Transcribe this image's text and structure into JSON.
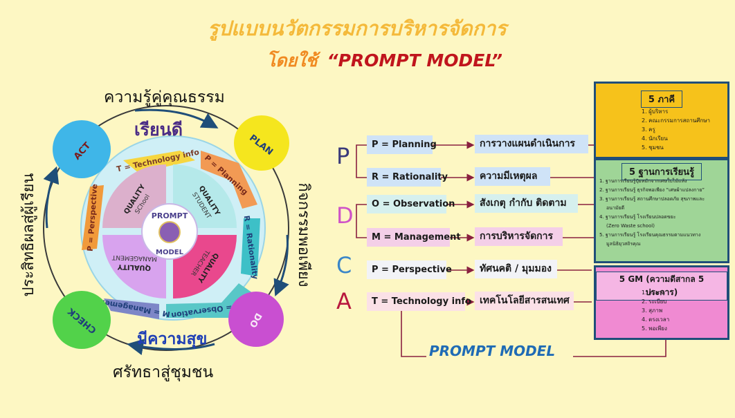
{
  "title": {
    "line1": "รูปแบบนวัตกรรมการบริหารจัดการ",
    "line2_prefix": "โดยใช้",
    "line2_model": "“PROMPT MODEL”"
  },
  "cycle": {
    "top_label": "ความรู้คู่คุณธรรม",
    "bottom_label": "ศรัทธาสู่ชุมชน",
    "left_label": "ประสิทธิผลสู่ผู้เรียน",
    "right_label": "กิจกรรมพอเพียง",
    "inner_top": "เรียนดี",
    "inner_bottom": "มีความสุข",
    "nodes": {
      "act": "ACT",
      "plan": "PLAN",
      "do": "DO",
      "check": "CHECK"
    },
    "ring": {
      "technology": "T = Technology info",
      "planning": "P = Planning",
      "rationality": "R = Rationality",
      "observation": "O = Observation",
      "management": "M = Management",
      "perspective": "P = Perspective"
    },
    "quadrants": {
      "school_a": "QUALITY",
      "school_b": "SChool",
      "student_a": "QUALITY",
      "student_b": "STUDENT",
      "teacher_a": "QUALITY",
      "teacher_b": "TEACHER",
      "management_a": "QUALITY",
      "management_b": "MANAGEMENT"
    },
    "center_top": "PROMPT",
    "center_bottom": "MODEL"
  },
  "model": {
    "letters": {
      "p": "P",
      "d": "D",
      "c": "C",
      "a": "A"
    },
    "rows": [
      {
        "label": "P = Planning",
        "meaning": "การวางแผนดำเนินการ"
      },
      {
        "label": "R = Rationality",
        "meaning": "ความมีเหตุผล"
      },
      {
        "label": "O = Observation",
        "meaning": "สังเกตุ กำกับ ติดตาม"
      },
      {
        "label": "M = Management",
        "meaning": "การบริหารจัดการ"
      },
      {
        "label": "P = Perspective",
        "meaning": "ทัศนคติ / มุมมอง"
      },
      {
        "label": "T = Technology info",
        "meaning": "เทคโนโลยีสารสนเทศ"
      }
    ],
    "bottom_label": "PROMPT MODEL"
  },
  "panels": {
    "partners": {
      "title": "5 ภาคี",
      "items": [
        "1. ผู้บริหาร",
        "2. คณะกรรมการสถานศึกษา",
        "3. ครู",
        "4. นักเรียน",
        "5. ชุมชน"
      ]
    },
    "bases": {
      "title": "5 ฐานการเรียนรู้",
      "items": [
        "1. ฐานการเรียนรู้ปุ๋ยหมักจากเศษใบไม้แห้ง",
        "2. ฐานการเรียนรู้ ธุรกิจพอเพียง “เศษผ้าแปลงกาย”",
        "3. ฐานการเรียนรู้ สถานศึกษาปลอดภัย สุขภาพและ",
        "อนามัยดี",
        "4. ฐานการเรียนรู้ โรงเรียนปลอดขยะ",
        "(Zero Waste school)",
        "5. ฐานการเรียนรู้ โรงเรียนคุณธรรมตามแนวทาง",
        "มูลนิธิยุวสถิรคุณ"
      ]
    },
    "gm": {
      "title": "5 GM (ความดีสากล 5 ประการ)",
      "items": [
        "1. สะอาด",
        "2. ระเบียบ",
        "3. สุภาพ",
        "4. ตรงเวลา",
        "5. พอเพียง"
      ]
    }
  },
  "colors": {
    "background": "#fdf7c3",
    "act": "#3fb6e8",
    "plan": "#f5e61e",
    "do": "#c94fd1",
    "check": "#52d24a",
    "partners": "#f6c21b",
    "bases": "#9fd597",
    "gm": "#f08ad2",
    "accent_blue": "#1f4e79"
  }
}
